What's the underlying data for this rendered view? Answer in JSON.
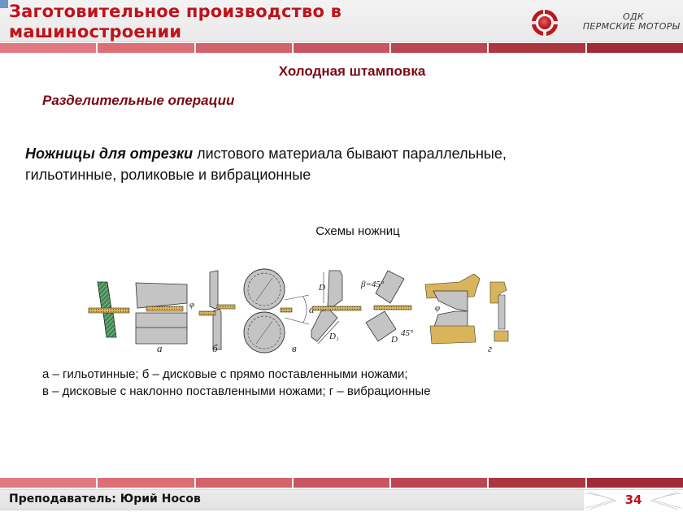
{
  "header": {
    "title_line1": "Заготовительное производство в",
    "title_line2": "машиностроении",
    "logo": {
      "icon": "odk-swirl-logo-icon",
      "line1": "ОДК",
      "line2": "ПЕРМСКИЕ МОТОРЫ"
    }
  },
  "stripe": {
    "colors": [
      "#e07a80",
      "#dc6f76",
      "#d3626a",
      "#c85560",
      "#bb4550",
      "#ac3540",
      "#a12a36"
    ]
  },
  "slide": {
    "subtitle": "Холодная штамповка",
    "section": "Разделительные операции",
    "paragraph": {
      "emphasis": "Ножницы для отрезки",
      "line1_rest": " листового материала бывают параллельные,",
      "line2": "гильотинные, роликовые и вибрационные"
    },
    "figure": {
      "caption": "Схемы ножниц",
      "labels": {
        "a": "а",
        "b": "б",
        "v": "в",
        "g": "г",
        "phi": "φ",
        "alpha": "α",
        "beta": "β=45°",
        "angle45": "45°",
        "D": "D",
        "D1": "D₁"
      }
    },
    "legend": {
      "line1": "а – гильотинные; б – дисковые с прямо поставленными ножами;",
      "line2": "в – дисковые с наклонно поставленными ножами; г – вибрационные"
    }
  },
  "footer": {
    "author": "Преподаватель: Юрий Носов",
    "page_number": "34"
  },
  "colors": {
    "title_red": "#c0121a",
    "subtitle_dark_red": "#7a0a12",
    "knife_gray": "#c4c4c4",
    "sheet_tan": "#d9b45a",
    "knife_green": "#3f8a52"
  }
}
